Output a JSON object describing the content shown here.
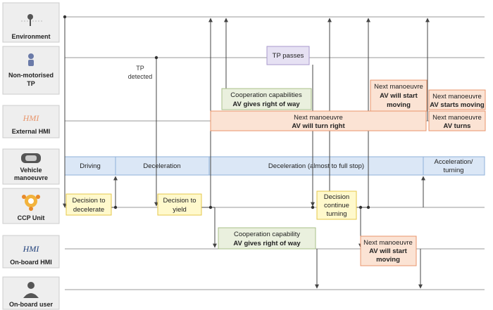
{
  "lanes": [
    {
      "id": "environment",
      "label": [
        "Environment"
      ]
    },
    {
      "id": "tp",
      "label": [
        "Non-motorised",
        "TP"
      ]
    },
    {
      "id": "ext_hmi",
      "label": [
        "External HMI"
      ],
      "icon_text": "HMI"
    },
    {
      "id": "vehicle",
      "label": [
        "Vehicle",
        "manoeuvre"
      ]
    },
    {
      "id": "ccp",
      "label": [
        "CCP Unit"
      ]
    },
    {
      "id": "onboard_hmi",
      "label": [
        "On-board HMI"
      ],
      "icon_text": "HMI"
    },
    {
      "id": "user",
      "label": [
        "On-board user"
      ]
    }
  ],
  "annotations": {
    "tp_detected": [
      "TP",
      "detected"
    ]
  },
  "boxes": {
    "tp_passes": {
      "lines": [
        "TP passes"
      ],
      "bold": []
    },
    "coop_ext": {
      "lines": [
        "Cooperation capabilities"
      ],
      "bold": [
        "AV gives right of way"
      ]
    },
    "next_start_1": {
      "lines": [
        "Next manoeuvre"
      ],
      "bold": [
        "AV will start",
        "moving"
      ]
    },
    "next_starts_moving": {
      "lines": [
        "Next manoeuvre"
      ],
      "bold": [
        "AV starts moving"
      ]
    },
    "next_turn_right": {
      "lines": [
        "Next manoeuvre"
      ],
      "bold": [
        "AV will turn right"
      ]
    },
    "next_turns": {
      "lines": [
        "Next manoeuvre"
      ],
      "bold": [
        "AV turns"
      ]
    },
    "driving": {
      "lines": [
        "Driving"
      ],
      "bold": []
    },
    "deceleration": {
      "lines": [
        "Deceleration"
      ],
      "bold": []
    },
    "decel_full": {
      "lines": [
        "Deceleration (almost to full stop)"
      ],
      "bold": []
    },
    "accel": {
      "lines": [
        "Acceleration/",
        "turning"
      ],
      "bold": []
    },
    "decide_decel": {
      "lines": [
        "Decision to",
        "decelerate"
      ],
      "bold": []
    },
    "decide_yield": {
      "lines": [
        "Decision to",
        "yield"
      ],
      "bold": []
    },
    "decide_continue": {
      "lines": [
        "Decision",
        "continue",
        "turning"
      ],
      "bold": []
    },
    "coop_onboard": {
      "lines": [
        "Cooperation capability"
      ],
      "bold": [
        "AV gives right of way"
      ]
    },
    "next_start_2": {
      "lines": [
        "Next manoeuvre"
      ],
      "bold": [
        "AV will start",
        "moving"
      ]
    }
  },
  "colors": {
    "orange_fill": "#fbe3d4",
    "orange_stroke": "#e8956b",
    "green_fill": "#eaf0de",
    "green_stroke": "#a9c08a",
    "yellow_fill": "#fff9cc",
    "yellow_stroke": "#e6c74a",
    "purple_fill": "#e6e1f3",
    "purple_stroke": "#a899cc",
    "blue_fill": "#dbe7f6",
    "blue_stroke": "#8fb0d9",
    "line": "#9a9a9a",
    "arrow": "#444444"
  }
}
